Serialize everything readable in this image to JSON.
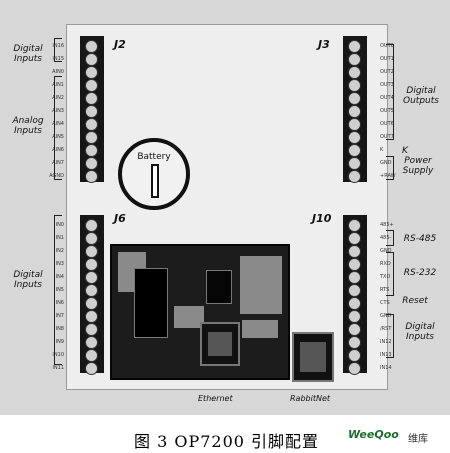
{
  "labels": {
    "j2": "J2",
    "j3": "J3",
    "j6": "J6",
    "j10": "J10",
    "digital_inputs_top": "Digital Inputs",
    "analog_inputs": "Analog Inputs",
    "digital_outputs": "Digital Outputs",
    "k": "K",
    "power_supply": "Power Supply",
    "digital_inputs_left": "Digital Inputs",
    "rs485": "RS-485",
    "rs232": "RS-232",
    "reset": "Reset",
    "digital_inputs_right": "Digital Inputs",
    "battery": "Battery",
    "ethernet": "Ethernet",
    "rabbitnet": "RabbitNet"
  },
  "pins": {
    "j2": [
      "IN16",
      "IN15",
      "AIN0",
      "AIN1",
      "AIN2",
      "AIN3",
      "AIN4",
      "AIN5",
      "AIN6",
      "AIN7",
      "AGND"
    ],
    "j3": [
      "OUT0",
      "OUT1",
      "OUT2",
      "OUT3",
      "OUT4",
      "OUT5",
      "OUT6",
      "OUT7",
      "K",
      "GND",
      "+RAW"
    ],
    "j6": [
      "IN0",
      "IN1",
      "IN2",
      "IN3",
      "IN4",
      "IN5",
      "IN6",
      "IN7",
      "IN8",
      "IN9",
      "IN10",
      "IN11"
    ],
    "j10": [
      "485+",
      "485-",
      "GND",
      "RXD",
      "TXD",
      "RTS",
      "CTS",
      "GND",
      "/RST",
      "IN12",
      "IN13",
      "IN14"
    ]
  },
  "caption": "图 3   OP7200 引脚配置",
  "watermark": {
    "logo": "WeeQoo",
    "text": "维库"
  }
}
